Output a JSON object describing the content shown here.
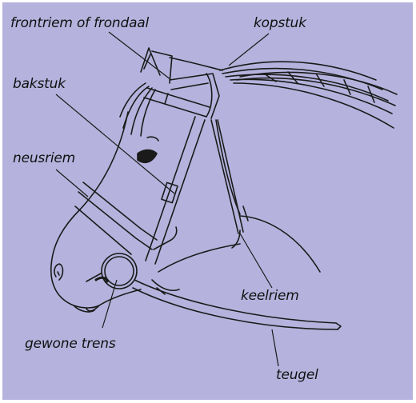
{
  "diagram": {
    "labels": {
      "frontriem": "frontriem of frondaal",
      "kopstuk": "kopstuk",
      "bakstuk": "bakstuk",
      "neusriem": "neusriem",
      "keelriem": "keelriem",
      "gewone_trens": "gewone trens",
      "teugel": "teugel"
    },
    "colors": {
      "background": "#b5b3dd",
      "line": "#1a1a1a",
      "frame": "#ffffff"
    }
  }
}
